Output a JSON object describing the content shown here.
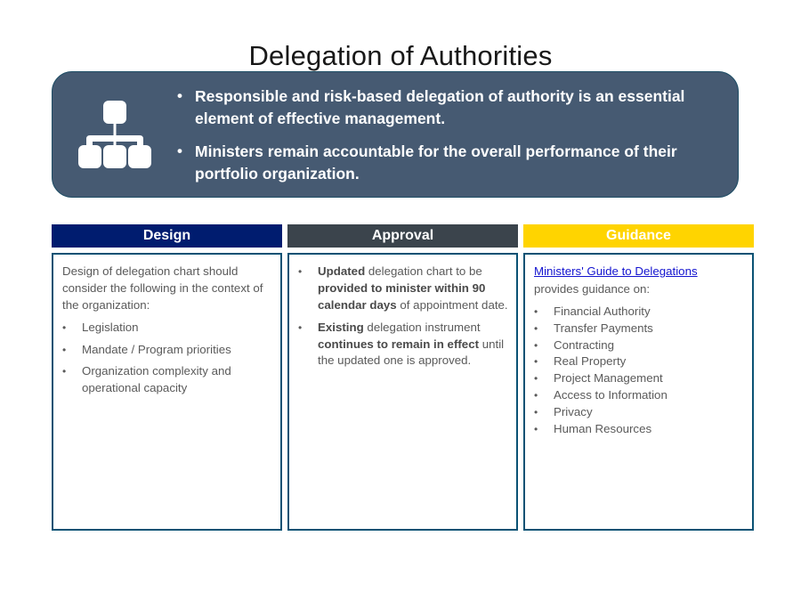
{
  "slide": {
    "title": "Delegation of Authorities"
  },
  "banner": {
    "icon": "org-chart-icon",
    "bullet_glyph": "•",
    "background_color": "#465a72",
    "items": [
      "Responsible and risk-based delegation of authority is an essential element of effective management.",
      "Ministers remain accountable for the overall performance of their portfolio organization."
    ]
  },
  "columns": [
    {
      "key": "design",
      "header": "Design",
      "header_color": "#001C6F",
      "intro": "Design of delegation chart should consider the following in the context of the organization:",
      "bullet_glyph": "•",
      "bullets": [
        "Legislation",
        "Mandate / Program priorities",
        "Organization complexity and operational capacity"
      ]
    },
    {
      "key": "approval",
      "header": "Approval",
      "header_color": "#3b444c",
      "bullet_glyph": "•",
      "items": [
        {
          "parts": [
            {
              "text": "Updated ",
              "bold": true
            },
            {
              "text": "delegation chart to be ",
              "bold": false
            },
            {
              "text": "provided to minister within 90 calendar days ",
              "bold": true
            },
            {
              "text": "of appointment date.",
              "bold": false
            }
          ]
        },
        {
          "parts": [
            {
              "text": "Existing ",
              "bold": true
            },
            {
              "text": "delegation instrument ",
              "bold": false
            },
            {
              "text": "continues to remain in effect ",
              "bold": true
            },
            {
              "text": "until the updated one is approved.",
              "bold": false
            }
          ]
        }
      ]
    },
    {
      "key": "guidance",
      "header": "Guidance",
      "header_color": "#FFD400",
      "link_text": "Ministers' Guide to Delegations",
      "link_color": "#1414cf",
      "intro": "provides guidance on:",
      "bullet_glyph": "•",
      "bullets": [
        "Financial Authority",
        "Transfer Payments",
        "Contracting",
        "Real Property",
        "Project Management",
        "Access to Information",
        "Privacy",
        "Human Resources"
      ]
    }
  ]
}
